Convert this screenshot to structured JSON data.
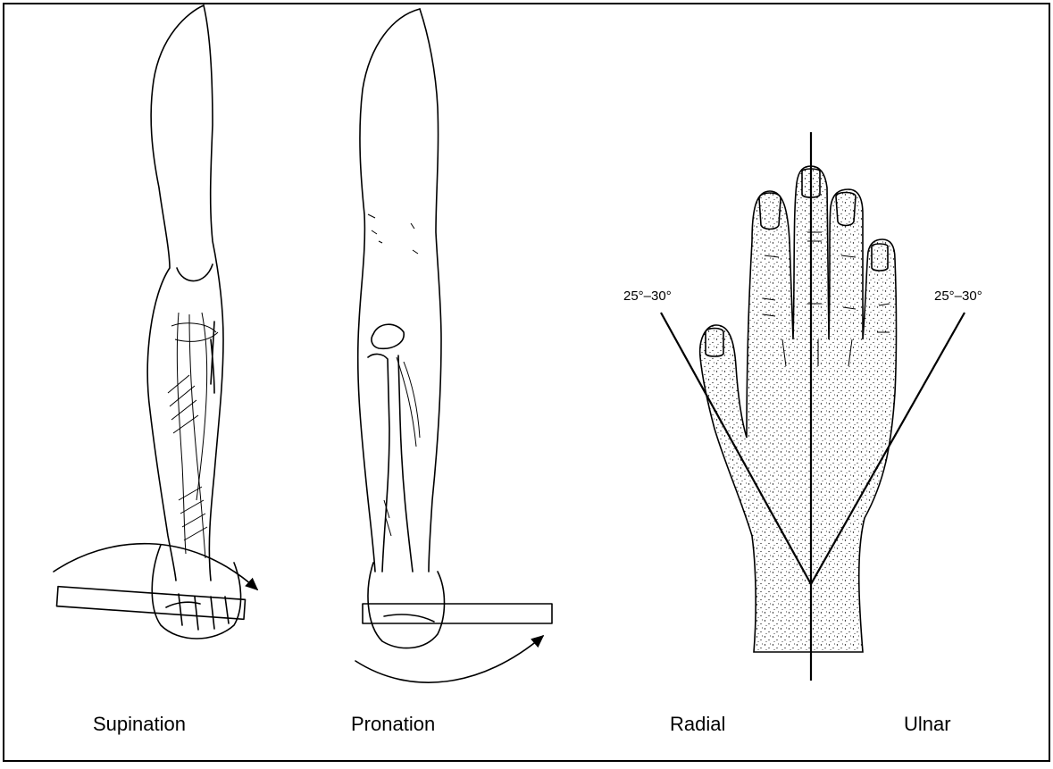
{
  "panels": {
    "supination": {
      "caption": "Supination"
    },
    "pronation": {
      "caption": "Pronation"
    },
    "radial": {
      "caption": "Radial",
      "angle_label": "25°–30°"
    },
    "ulnar": {
      "caption": "Ulnar",
      "angle_label": "25°–30°"
    }
  },
  "icons": [
    "rotation-arrow-icon",
    "forearm-illustration",
    "hand-illustration"
  ]
}
